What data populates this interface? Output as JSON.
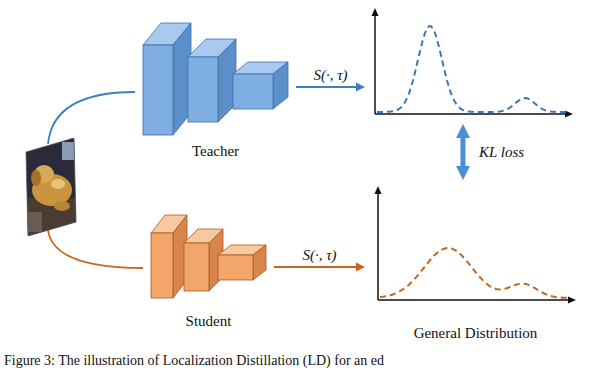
{
  "diagram": {
    "caption": "Figure 3: The illustration of Localization Distillation (LD) for an ed",
    "nodes": [
      {
        "text": []
      },
      {
        "text": [
          "Teacher"
        ]
      },
      {
        "text": []
      },
      {
        "text": [
          "Student"
        ]
      },
      {
        "text": [
          "General Distribution"
        ]
      }
    ],
    "edges": [
      {
        "from": 0,
        "to": 1,
        "arrow": "none"
      },
      {
        "from": 0,
        "to": 3,
        "arrow": "none"
      },
      {
        "from": 1,
        "to": 2,
        "label": "S(·, τ)",
        "arrow": "to"
      },
      {
        "from": 3,
        "to": 4,
        "label": "S(·, τ)",
        "arrow": "to"
      },
      {
        "from": 2,
        "to": 4,
        "label": "KL loss",
        "arrow": "both"
      }
    ]
  }
}
